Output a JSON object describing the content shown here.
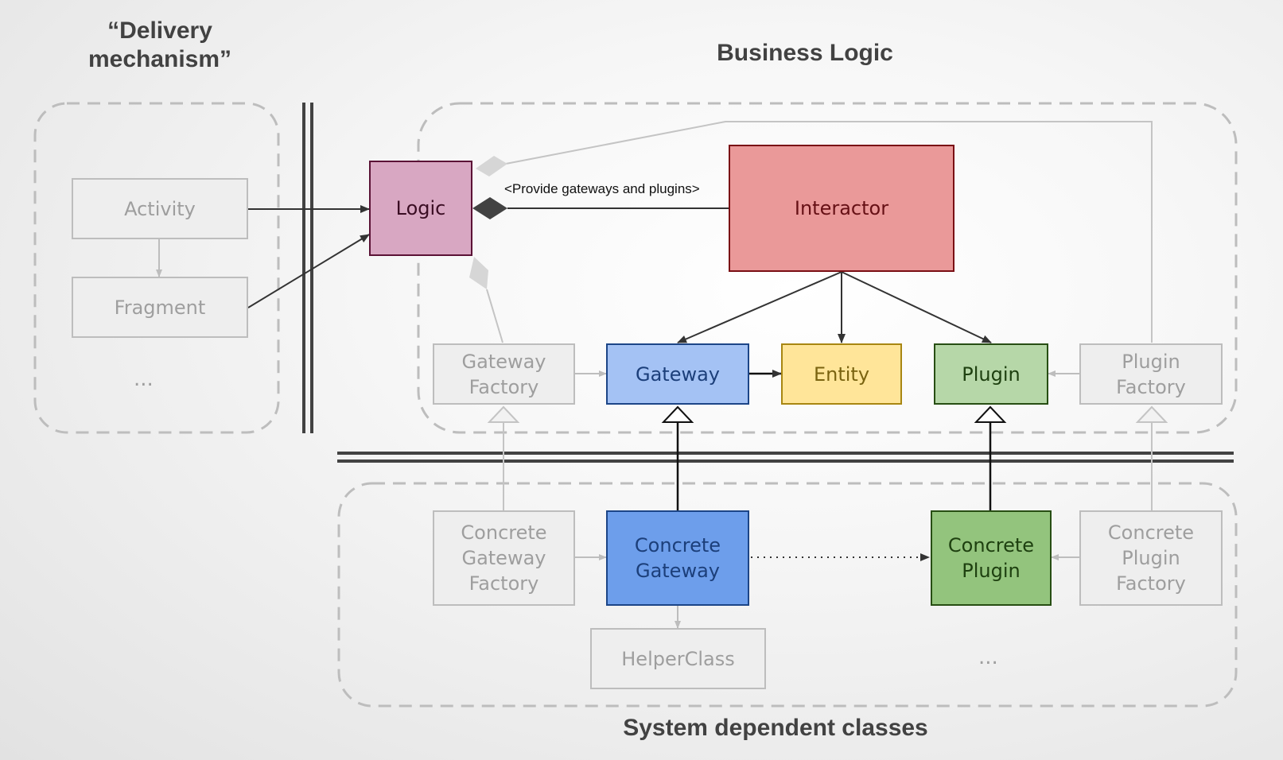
{
  "headings": {
    "delivery_line1": "“Delivery",
    "delivery_line2": "mechanism”",
    "business": "Business Logic",
    "system": "System dependent classes"
  },
  "delivery": {
    "activity": "Activity",
    "fragment": "Fragment",
    "ellipsis": "..."
  },
  "business": {
    "logic": "Logic",
    "interactor": "Interactor",
    "provide_label": "<Provide gateways and plugins>",
    "gateway_factory": "Gateway\nFactory",
    "gateway": "Gateway",
    "entity": "Entity",
    "plugin": "Plugin",
    "plugin_factory": "Plugin\nFactory"
  },
  "system": {
    "concrete_gateway_factory": "Concrete\nGateway\nFactory",
    "concrete_gateway": "Concrete\nGateway",
    "concrete_plugin": "Concrete\nPlugin",
    "concrete_plugin_factory": "Concrete\nPlugin\nFactory",
    "helper_class": "HelperClass",
    "ellipsis": "..."
  },
  "colors": {
    "logic": "#d8a7c2",
    "interactor": "#ea9999",
    "gateway": "#a4c2f4",
    "entity": "#ffe599",
    "plugin": "#b6d7a8",
    "concrete_gateway": "#6d9eeb",
    "concrete_plugin": "#93c47d"
  }
}
